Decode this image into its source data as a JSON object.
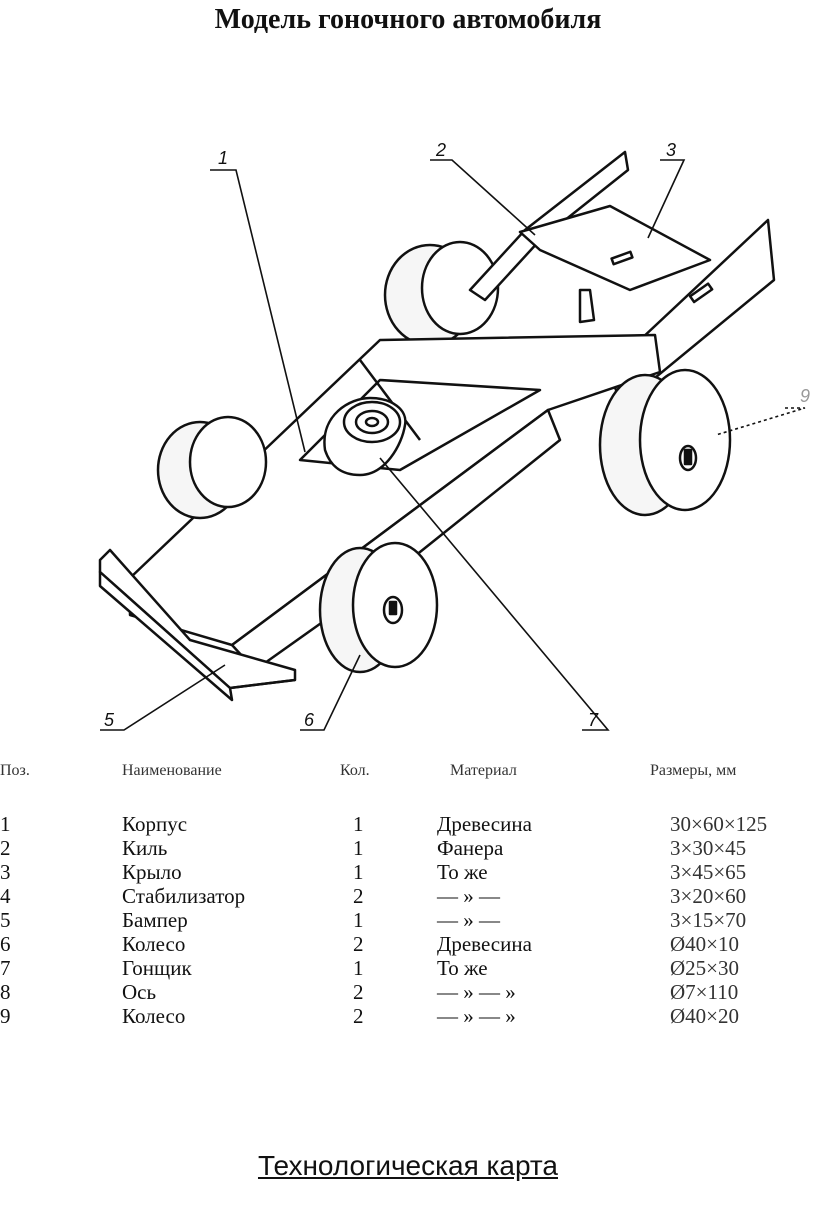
{
  "title": "Модель гоночного автомобиля",
  "drawing": {
    "callouts": [
      "1",
      "2",
      "3",
      "5",
      "6",
      "7",
      "9"
    ]
  },
  "parts_table": {
    "headers": {
      "pos": "Поз.",
      "name": "Наименование",
      "qty": "Кол.",
      "material": "Материал",
      "size": "Размеры, мм"
    },
    "rows": [
      {
        "pos": "1",
        "name": "Корпус",
        "qty": "1",
        "material": "Древесина",
        "size": "30×60×125"
      },
      {
        "pos": "2",
        "name": "Киль",
        "qty": "1",
        "material": "Фанера",
        "size": "3×30×45"
      },
      {
        "pos": "3",
        "name": "Крыло",
        "qty": "1",
        "material": "То же",
        "size": "3×45×65"
      },
      {
        "pos": "4",
        "name": "Стабилизатор",
        "qty": "2",
        "material": "— » —",
        "size": "3×20×60"
      },
      {
        "pos": "5",
        "name": "Бампер",
        "qty": "1",
        "material": "— » —",
        "size": "3×15×70"
      },
      {
        "pos": "6",
        "name": "Колесо",
        "qty": "2",
        "material": "Древесина",
        "size": "Ø40×10"
      },
      {
        "pos": "7",
        "name": "Гонщик",
        "qty": "1",
        "material": "То же",
        "size": "Ø25×30"
      },
      {
        "pos": "8",
        "name": "Ось",
        "qty": "2",
        "material": "— » — »",
        "size": "Ø7×110"
      },
      {
        "pos": "9",
        "name": "Колесо",
        "qty": "2",
        "material": "— » — »",
        "size": "Ø40×20"
      }
    ]
  },
  "footer": "Технологическая карта"
}
